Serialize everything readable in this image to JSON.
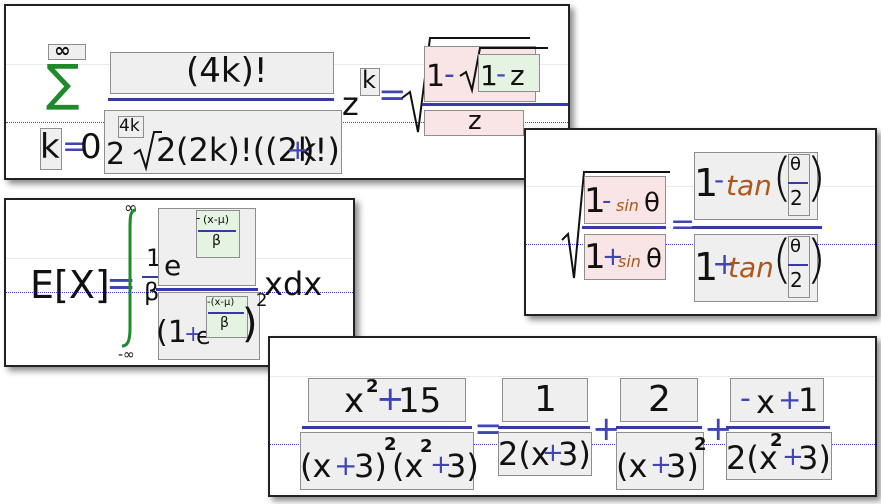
{
  "colors": {
    "operator": "#3f46b4",
    "trig": "#b0561a",
    "summation": "#1e8a2a",
    "fraction_bar": "#3838a8",
    "guide_line": "#3b3bd6"
  },
  "panel1": {
    "infinity": "∞",
    "sigma": "∑",
    "index_k": "k",
    "equals": "=",
    "zero": "0",
    "numerator": "(4k)!",
    "den_two": "2",
    "den_exp": "4k",
    "den_radicand": "2",
    "den_rest": "(2k)!((2k",
    "den_plus": "+",
    "den_close": ")!)",
    "z": "z",
    "z_exp": "k",
    "rhs_one": "1",
    "rhs_minus": "-",
    "rhs_inner_one": "1",
    "rhs_inner_minus": "-",
    "rhs_inner_z": "z",
    "rhs_den_z": "z"
  },
  "panel2": {
    "lhs": "E[X]",
    "equals": "=",
    "upper_limit": "∞",
    "lower_limit": "-∞",
    "frac_one": "1",
    "frac_beta": "β",
    "e": "e",
    "exp_minus": "-",
    "exp_num": "(x-μ)",
    "exp_den": "β",
    "den_open": "(1",
    "den_plus": "+",
    "den_e": "e",
    "den_exp_num": "-(x-μ)",
    "den_exp_den": "β",
    "den_close": ")",
    "den_power": "2",
    "tail": "xdx"
  },
  "panel3": {
    "one": "1",
    "minus": "-",
    "sin": "sin",
    "theta": "θ",
    "plus": "+",
    "equals": "=",
    "tan": "tan",
    "theta_half_num": "θ",
    "theta_half_den": "2"
  },
  "panel4": {
    "num1": "x",
    "num1_exp": "2",
    "num1_plus": "+",
    "num1_rest": "15",
    "den1_a": "(x",
    "den1_plus": "+",
    "den1_b": "3)",
    "den1_exp": "2",
    "den1_c": "(x",
    "den1_exp2": "2",
    "den1_plus2": "+",
    "den1_d": "3)",
    "equals": "=",
    "t1_num": "1",
    "t1_den_a": "2(x",
    "t1_den_plus": "+",
    "t1_den_b": "3)",
    "plus": "+",
    "t2_num": "2",
    "t2_den_a": "(x",
    "t2_den_plus": "+",
    "t2_den_b": "3)",
    "t2_den_exp": "2",
    "t3_num_minus": "-",
    "t3_num_x": "x",
    "t3_num_plus": "+",
    "t3_num_one": "1",
    "t3_den_a": "2(x",
    "t3_den_exp": "2",
    "t3_den_plus": "+",
    "t3_den_b": "3)"
  }
}
